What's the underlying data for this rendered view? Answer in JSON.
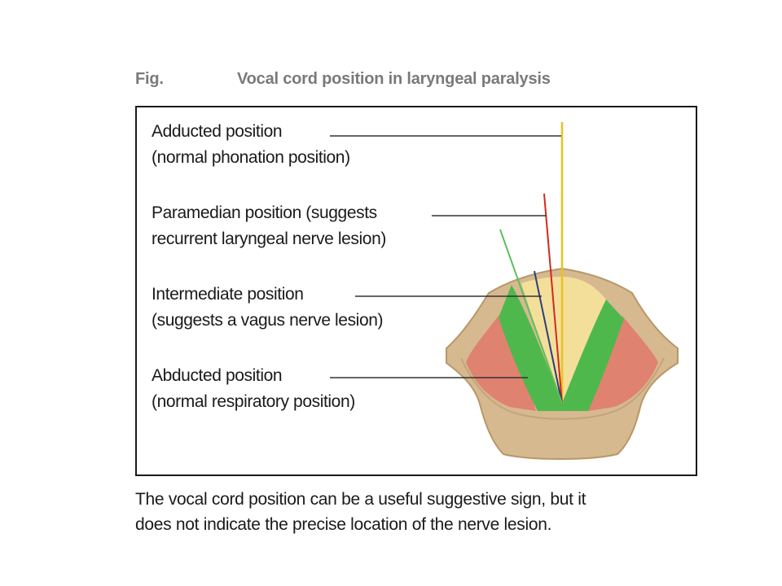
{
  "figure": {
    "label": "Fig.",
    "title": "Vocal cord position in laryngeal paralysis"
  },
  "positions": [
    {
      "name_line": "Adducted position",
      "detail_line": "(normal phonation position)",
      "line_color": "#e8c21e"
    },
    {
      "name_line": "Paramedian position (suggests",
      "detail_line": "recurrent laryngeal nerve lesion)",
      "line_color": "#d12a1c"
    },
    {
      "name_line": "Intermediate position",
      "detail_line": "(suggests a vagus nerve lesion)",
      "line_color": "#2c3f7a"
    },
    {
      "name_line": "Abducted position",
      "detail_line": "(normal respiratory position)",
      "line_color": "#5cbf5c"
    }
  ],
  "caption": {
    "line1": "The vocal cord position can be a useful suggestive sign, but it",
    "line2": "does not indicate the precise location of the nerve lesion."
  },
  "colors": {
    "larynx_outer": "#d6b98f",
    "larynx_outline": "#b8976a",
    "lateral_tissue": "#e08270",
    "cord_zone": "#4fb84c",
    "glottis": "#f3df9a",
    "leader_line": "#333333",
    "frame": "#1a1a1a"
  }
}
